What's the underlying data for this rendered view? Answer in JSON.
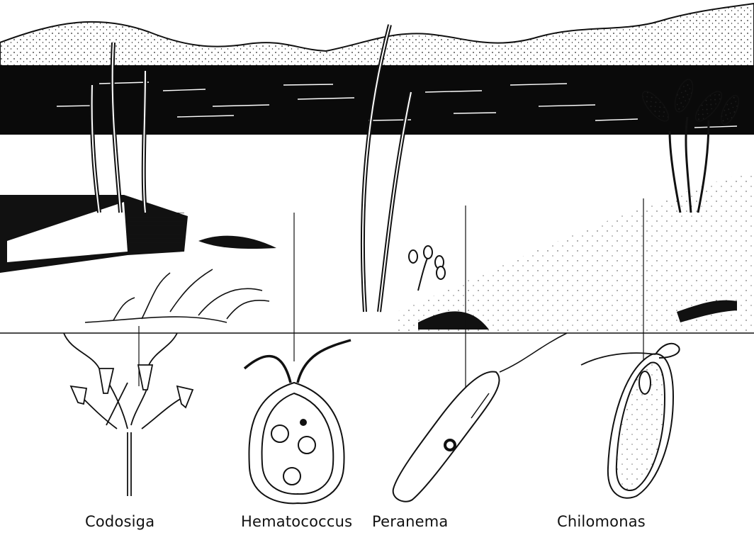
{
  "labels": {
    "codosiga": "Codosiga",
    "hematococcus": "Hematococcus",
    "peranema": "Peranema",
    "chilomonas": "Chilomonas"
  },
  "colors": {
    "ink": "#111111",
    "paper": "#ffffff",
    "water_band": "#0a0a0a"
  }
}
